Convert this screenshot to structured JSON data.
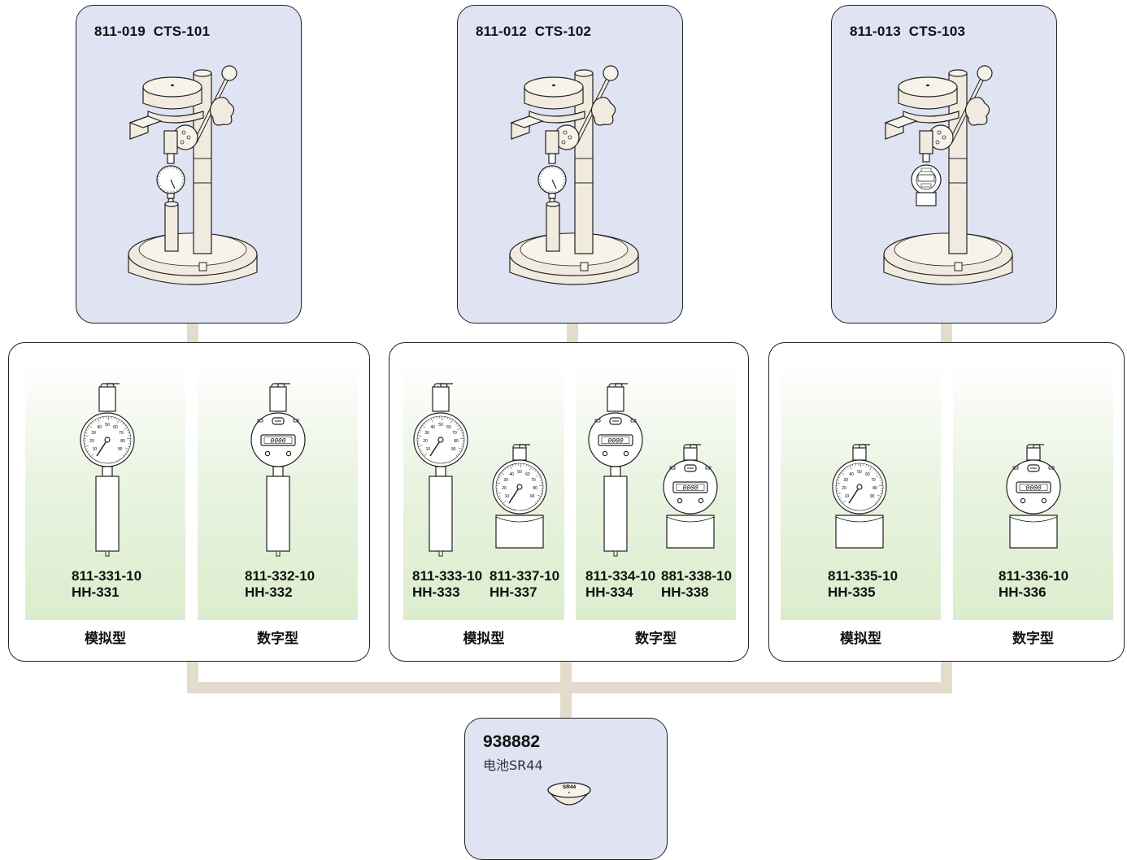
{
  "stands": [
    {
      "code": "811-019",
      "model": "CTS-101",
      "gauge": "analog"
    },
    {
      "code": "811-012",
      "model": "CTS-102",
      "gauge": "analog"
    },
    {
      "code": "811-013",
      "model": "CTS-103",
      "gauge": "digital"
    }
  ],
  "groups": [
    {
      "panels": [
        {
          "type": "模拟型",
          "gauges": [
            {
              "code": "811-331-10",
              "model": "HH-331",
              "kind": "analog-stick"
            }
          ]
        },
        {
          "type": "数字型",
          "gauges": [
            {
              "code": "811-332-10",
              "model": "HH-332",
              "kind": "digital-stick"
            }
          ]
        }
      ]
    },
    {
      "panels": [
        {
          "type": "模拟型",
          "gauges": [
            {
              "code": "811-333-10",
              "model": "HH-333",
              "kind": "analog-stick"
            },
            {
              "code": "811-337-10",
              "model": "HH-337",
              "kind": "analog-base"
            }
          ]
        },
        {
          "type": "数字型",
          "gauges": [
            {
              "code": "811-334-10",
              "model": "HH-334",
              "kind": "digital-stick"
            },
            {
              "code": "881-338-10",
              "model": "HH-338",
              "kind": "digital-base"
            }
          ]
        }
      ]
    },
    {
      "panels": [
        {
          "type": "模拟型",
          "gauges": [
            {
              "code": "811-335-10",
              "model": "HH-335",
              "kind": "analog-base"
            }
          ]
        },
        {
          "type": "数字型",
          "gauges": [
            {
              "code": "811-336-10",
              "model": "HH-336",
              "kind": "digital-base"
            }
          ]
        }
      ]
    }
  ],
  "battery": {
    "code": "938882",
    "name": "电池SR44",
    "label": "SR44"
  },
  "display": {
    "lcd": "0000"
  },
  "dial": {
    "ticks": [
      "10",
      "20",
      "30",
      "40",
      "50",
      "60",
      "70",
      "80",
      "90"
    ]
  },
  "colors": {
    "stand_bg": "#dfe3f2",
    "panel_green": "#dcedcd",
    "connector": "#e3dccb",
    "figure_fill": "#f1ebdf"
  }
}
